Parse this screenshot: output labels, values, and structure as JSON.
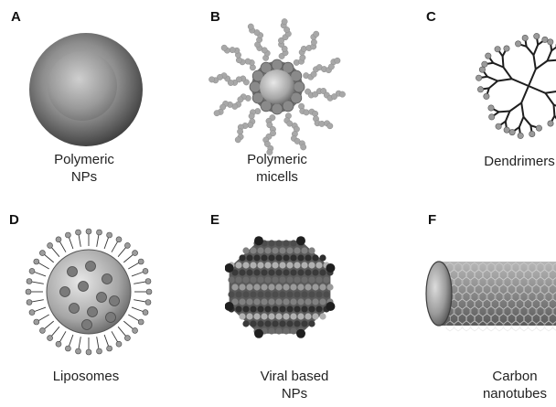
{
  "panels": [
    {
      "letter": "A",
      "caption": [
        "Polymeric",
        "NPs"
      ]
    },
    {
      "letter": "B",
      "caption": [
        "Polymeric",
        "micells"
      ]
    },
    {
      "letter": "C",
      "caption": [
        "Dendrimers"
      ]
    },
    {
      "letter": "D",
      "caption": [
        "Liposomes"
      ]
    },
    {
      "letter": "E",
      "caption": [
        "Viral based",
        "NPs"
      ]
    },
    {
      "letter": "F",
      "caption": [
        "Carbon",
        "nanotubes"
      ]
    }
  ],
  "colors": {
    "sphere_dark": "#4a4a4a",
    "sphere_mid": "#8a8a8a",
    "sphere_light": "#d4d4d4",
    "tail_gray": "#a8a8a8",
    "line_dark": "#1e1e1e"
  }
}
